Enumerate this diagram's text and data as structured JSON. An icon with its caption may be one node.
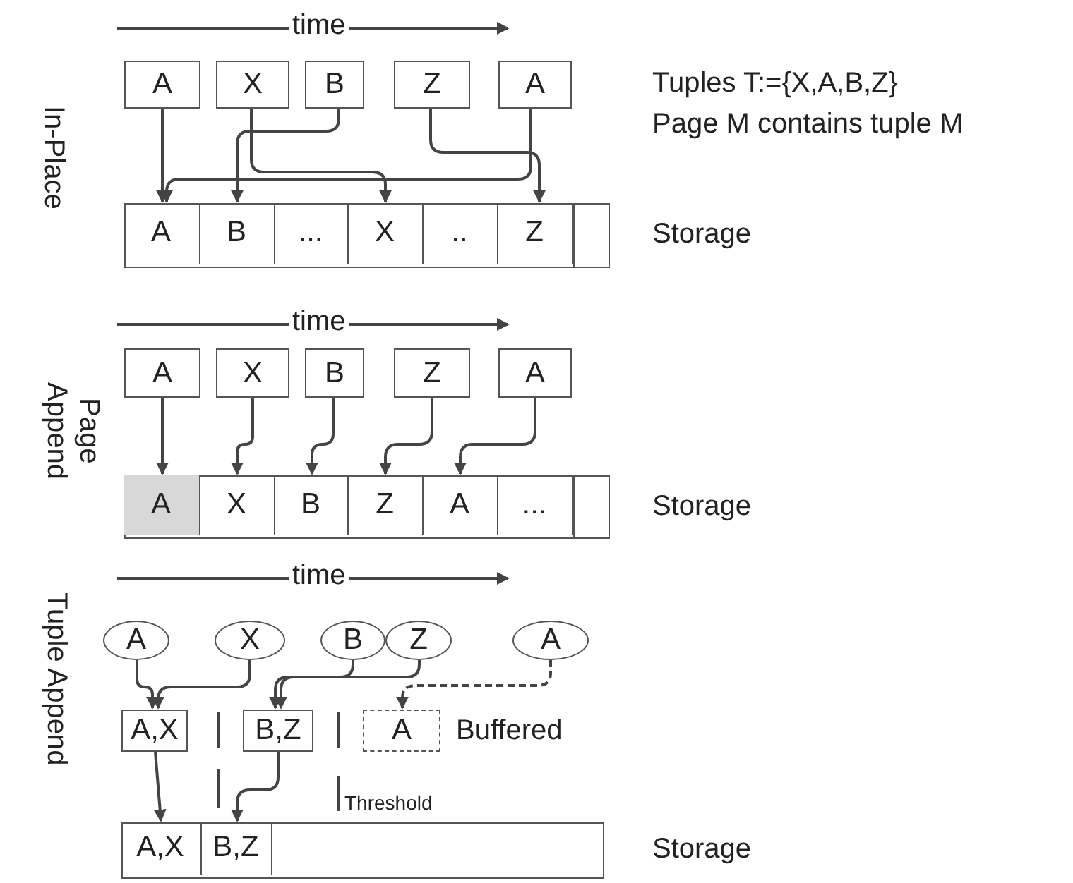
{
  "diagram": {
    "nodes": [
      {
        "text": [
          "A"
        ]
      },
      {
        "text": [
          "X"
        ]
      },
      {
        "text": [
          "B"
        ]
      },
      {
        "text": [
          "Z"
        ]
      },
      {
        "text": [
          "A"
        ]
      },
      {
        "text": [],
        "shape": "box",
        "beside": [
          "Storage"
        ]
      },
      {
        "text": [
          "A"
        ],
        "in": 5
      },
      {
        "text": [
          "B"
        ],
        "in": 5
      },
      {
        "text": [
          "..."
        ],
        "in": 5
      },
      {
        "text": [
          "X"
        ],
        "in": 5
      },
      {
        "text": [
          ".."
        ],
        "in": 5
      },
      {
        "text": [
          "Z"
        ],
        "in": 5
      },
      {
        "text": [],
        "shape": "box",
        "in": 5
      },
      {
        "text": [
          "A"
        ]
      },
      {
        "text": [
          "X"
        ]
      },
      {
        "text": [
          "B"
        ]
      },
      {
        "text": [
          "Z"
        ]
      },
      {
        "text": [
          "A"
        ]
      },
      {
        "text": [],
        "shape": "box",
        "beside": [
          "Storage"
        ]
      },
      {
        "text": [
          "A"
        ],
        "in": 18
      },
      {
        "text": [
          "X"
        ],
        "in": 18
      },
      {
        "text": [
          "B"
        ],
        "in": 18
      },
      {
        "text": [
          "Z"
        ],
        "in": 18
      },
      {
        "text": [
          "A"
        ],
        "in": 18
      },
      {
        "text": [
          "..."
        ],
        "in": 18
      },
      {
        "text": [],
        "shape": "box",
        "in": 18
      },
      {
        "text": [
          "A"
        ]
      },
      {
        "text": [
          "X"
        ]
      },
      {
        "text": [
          "B"
        ]
      },
      {
        "text": [
          "Z"
        ]
      },
      {
        "text": [
          "A"
        ]
      },
      {
        "text": [
          "A,X"
        ]
      },
      {
        "text": [
          "B,Z"
        ]
      },
      {
        "text": [
          "A"
        ]
      },
      {
        "text": [],
        "shape": "box",
        "beside": [
          "Storage"
        ]
      },
      {
        "text": [
          "A,X"
        ],
        "in": 34
      },
      {
        "text": [
          "B,Z"
        ],
        "in": 34
      }
    ],
    "edges": [
      {
        "from": 0,
        "to": 6,
        "arrow": "to"
      },
      {
        "from": 1,
        "to": 9,
        "arrow": "to"
      },
      {
        "from": 2,
        "to": 7,
        "arrow": "to"
      },
      {
        "from": 3,
        "to": 11,
        "arrow": "to"
      },
      {
        "from": 4,
        "to": 6,
        "arrow": "to"
      },
      {
        "from": 13,
        "to": 19,
        "arrow": "to"
      },
      {
        "from": 14,
        "to": 20,
        "arrow": "to"
      },
      {
        "from": 15,
        "to": 21,
        "arrow": "to"
      },
      {
        "from": 16,
        "to": 22,
        "arrow": "to"
      },
      {
        "from": 17,
        "to": 23,
        "arrow": "to"
      },
      {
        "from": 26,
        "to": 31,
        "arrow": "to"
      },
      {
        "from": 27,
        "to": 31,
        "arrow": "to"
      },
      {
        "from": 28,
        "to": 32,
        "arrow": "to"
      },
      {
        "from": 29,
        "to": 32,
        "arrow": "to"
      },
      {
        "from": 30,
        "to": 33,
        "arrow": "to",
        "style": "dashed"
      },
      {
        "from": 31,
        "to": 35,
        "arrow": "to"
      },
      {
        "from": 32,
        "to": 36,
        "arrow": "to"
      }
    ],
    "labels": [
      "time",
      "In-Place",
      "Tuples T:={X,A,B,Z}",
      "Page M contains tuple M",
      "time",
      "Page Append",
      "time",
      "Tuple Append",
      "Buffered",
      "Threshold"
    ]
  }
}
